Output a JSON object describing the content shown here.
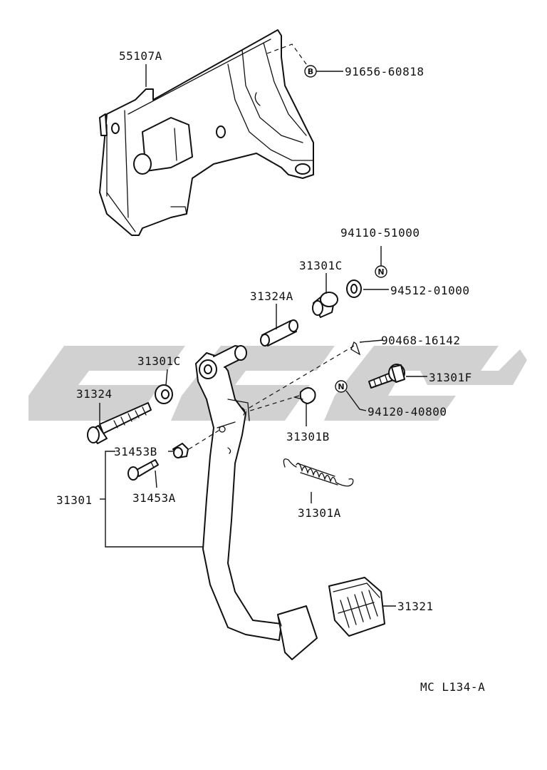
{
  "diagram_id": "MC L134-A",
  "symbols": {
    "bolt_mark": "B",
    "nut_mark": "N"
  },
  "labels": {
    "bracket": "55107A",
    "bolt_b": "91656-60818",
    "nut_top": "94110-51000",
    "bushing_top": "31301C",
    "washer": "94512-01000",
    "collar": "31324A",
    "clip": "90468-16142",
    "bushing_left": "31301C",
    "stopper_bolt": "31301F",
    "shaft_bolt": "31324",
    "nut_mid": "94120-40800",
    "cushion": "31301B",
    "pin_b": "31453B",
    "pedal": "31301",
    "pin_a": "31453A",
    "spring": "31301A",
    "pedal_pad": "31321"
  },
  "watermark": {
    "color": "#c9c9c9"
  }
}
